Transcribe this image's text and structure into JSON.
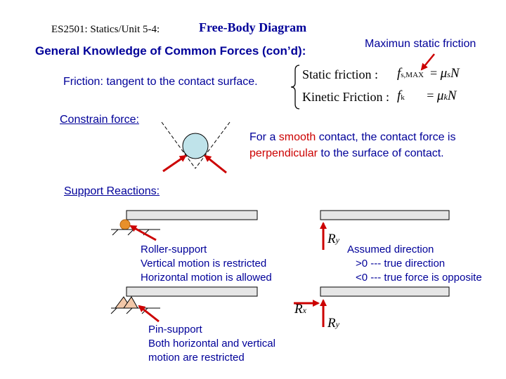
{
  "header": {
    "course": "ES2501: Statics/Unit 5-4:",
    "title": "Free-Body Diagram",
    "subtitle": "General Knowledge of Common Forces (con’d):"
  },
  "max_friction_label": "Maximun static friction",
  "friction": {
    "text": "Friction:  tangent to the contact surface.",
    "static_label": "Static friction :",
    "kinetic_label": "Kinetic Friction :"
  },
  "constrain": {
    "heading": "Constrain force:",
    "line1_a": "For a ",
    "line1_red": "smooth",
    "line1_b": " contact, the contact force is",
    "line2_red": "perpendicular",
    "line2_b": " to the surface of contact."
  },
  "support": {
    "heading": "Support Reactions:",
    "roller_lines": [
      "Roller-support",
      "Vertical motion is restricted",
      "Horizontal motion is allowed"
    ],
    "pin_lines": [
      "Pin-support",
      "Both horizontal and vertical",
      "motion are restricted"
    ],
    "assumed_lines": [
      "Assumed direction",
      ">0 --- true direction",
      "<0 --- true force is opposite"
    ],
    "ry_label": "R",
    "ry_sub": "y",
    "rx_label": "R",
    "rx_sub": "x"
  },
  "colors": {
    "text_blue": "#000099",
    "accent_red": "#cc0000",
    "ball_fill": "#bfe3ea",
    "roller_fill": "#e8902a",
    "pin_fill": "#f2c7a8",
    "beam_fill": "#e6e6e6"
  }
}
